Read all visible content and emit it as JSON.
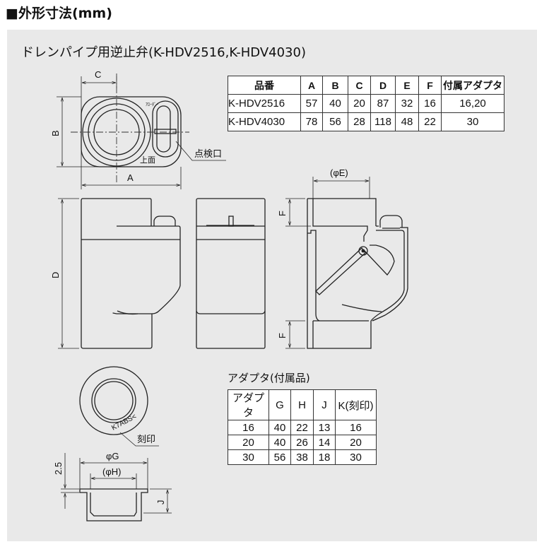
{
  "heading": "■外形寸法(mm)",
  "subtitle": "ドレンパイプ用逆止弁(K-HDV2516,K-HDV4030)",
  "top_view": {
    "dim_c": "C",
    "dim_b": "B",
    "dim_a": "A",
    "top_label": "上面",
    "logo_text": "ｱﾛｰﾀﾞｰ",
    "inspection_port": "点検口"
  },
  "front_view": {
    "dim_d": "D"
  },
  "section_view": {
    "dim_e": "(φE)",
    "dim_f_top": "F",
    "dim_f_bottom": "F"
  },
  "adapter_view": {
    "marking_text": "K7ABS<",
    "marking_label": "刻印",
    "dim_g": "φG",
    "dim_h": "(φH)",
    "dim_flange": "2.5",
    "dim_j": "J"
  },
  "model_table": {
    "headers": [
      "品番",
      "A",
      "B",
      "C",
      "D",
      "E",
      "F",
      "付属アダプタ"
    ],
    "rows": [
      [
        "K-HDV2516",
        "57",
        "40",
        "20",
        "87",
        "32",
        "16",
        "16,20"
      ],
      [
        "K-HDV4030",
        "78",
        "56",
        "28",
        "118",
        "48",
        "22",
        "30"
      ]
    ]
  },
  "adapter_table": {
    "title": "アダプタ(付属品)",
    "headers": [
      "アダプタ",
      "G",
      "H",
      "J",
      "K(刻印)"
    ],
    "rows": [
      [
        "16",
        "40",
        "22",
        "13",
        "16"
      ],
      [
        "20",
        "40",
        "26",
        "14",
        "20"
      ],
      [
        "30",
        "56",
        "38",
        "18",
        "30"
      ]
    ]
  }
}
